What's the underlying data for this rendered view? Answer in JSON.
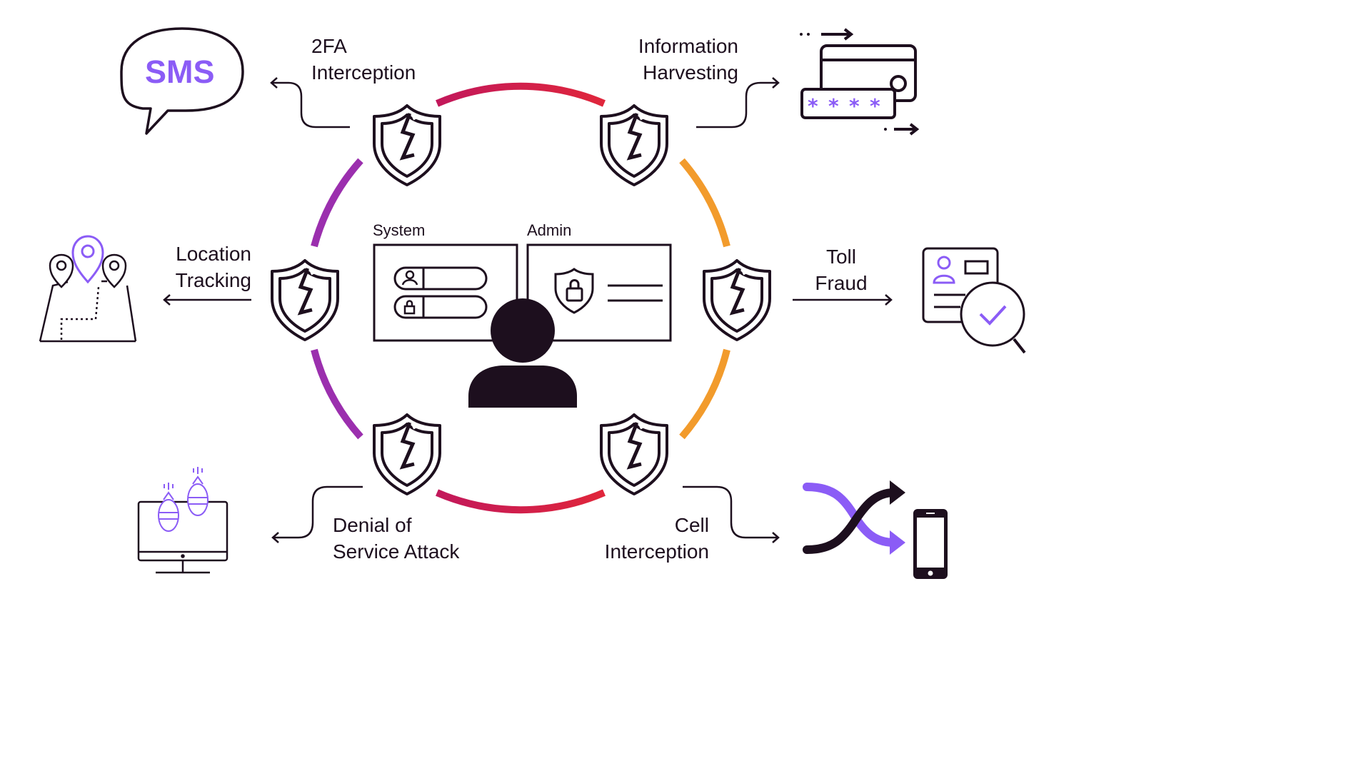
{
  "labels": {
    "sms_text": "SMS",
    "twofa": [
      "2FA",
      "Interception"
    ],
    "info": [
      "Information",
      "Harvesting"
    ],
    "location": [
      "Location",
      "Tracking"
    ],
    "toll": [
      "Toll",
      "Fraud"
    ],
    "dos": [
      "Denial of",
      "Service Attack"
    ],
    "cell": [
      "Cell",
      "Interception"
    ],
    "system": "System",
    "admin": "Admin"
  },
  "icons": {
    "shield": "broken-shield-icon",
    "sms": "sms-speech-bubble-icon",
    "card": "credit-card-password-icon",
    "map": "location-map-icon",
    "id": "id-card-magnifier-icon",
    "monitor": "monitor-bombs-icon",
    "phone": "shuffle-phone-icon",
    "user": "user-silhouette-icon"
  },
  "colors": {
    "ink": "#1d0f1e",
    "purple": "#8b5cf6",
    "ring_purple": "#9b2fae",
    "ring_magenta": "#c2185b",
    "ring_red": "#e0263b",
    "ring_orange": "#f29b2c"
  }
}
